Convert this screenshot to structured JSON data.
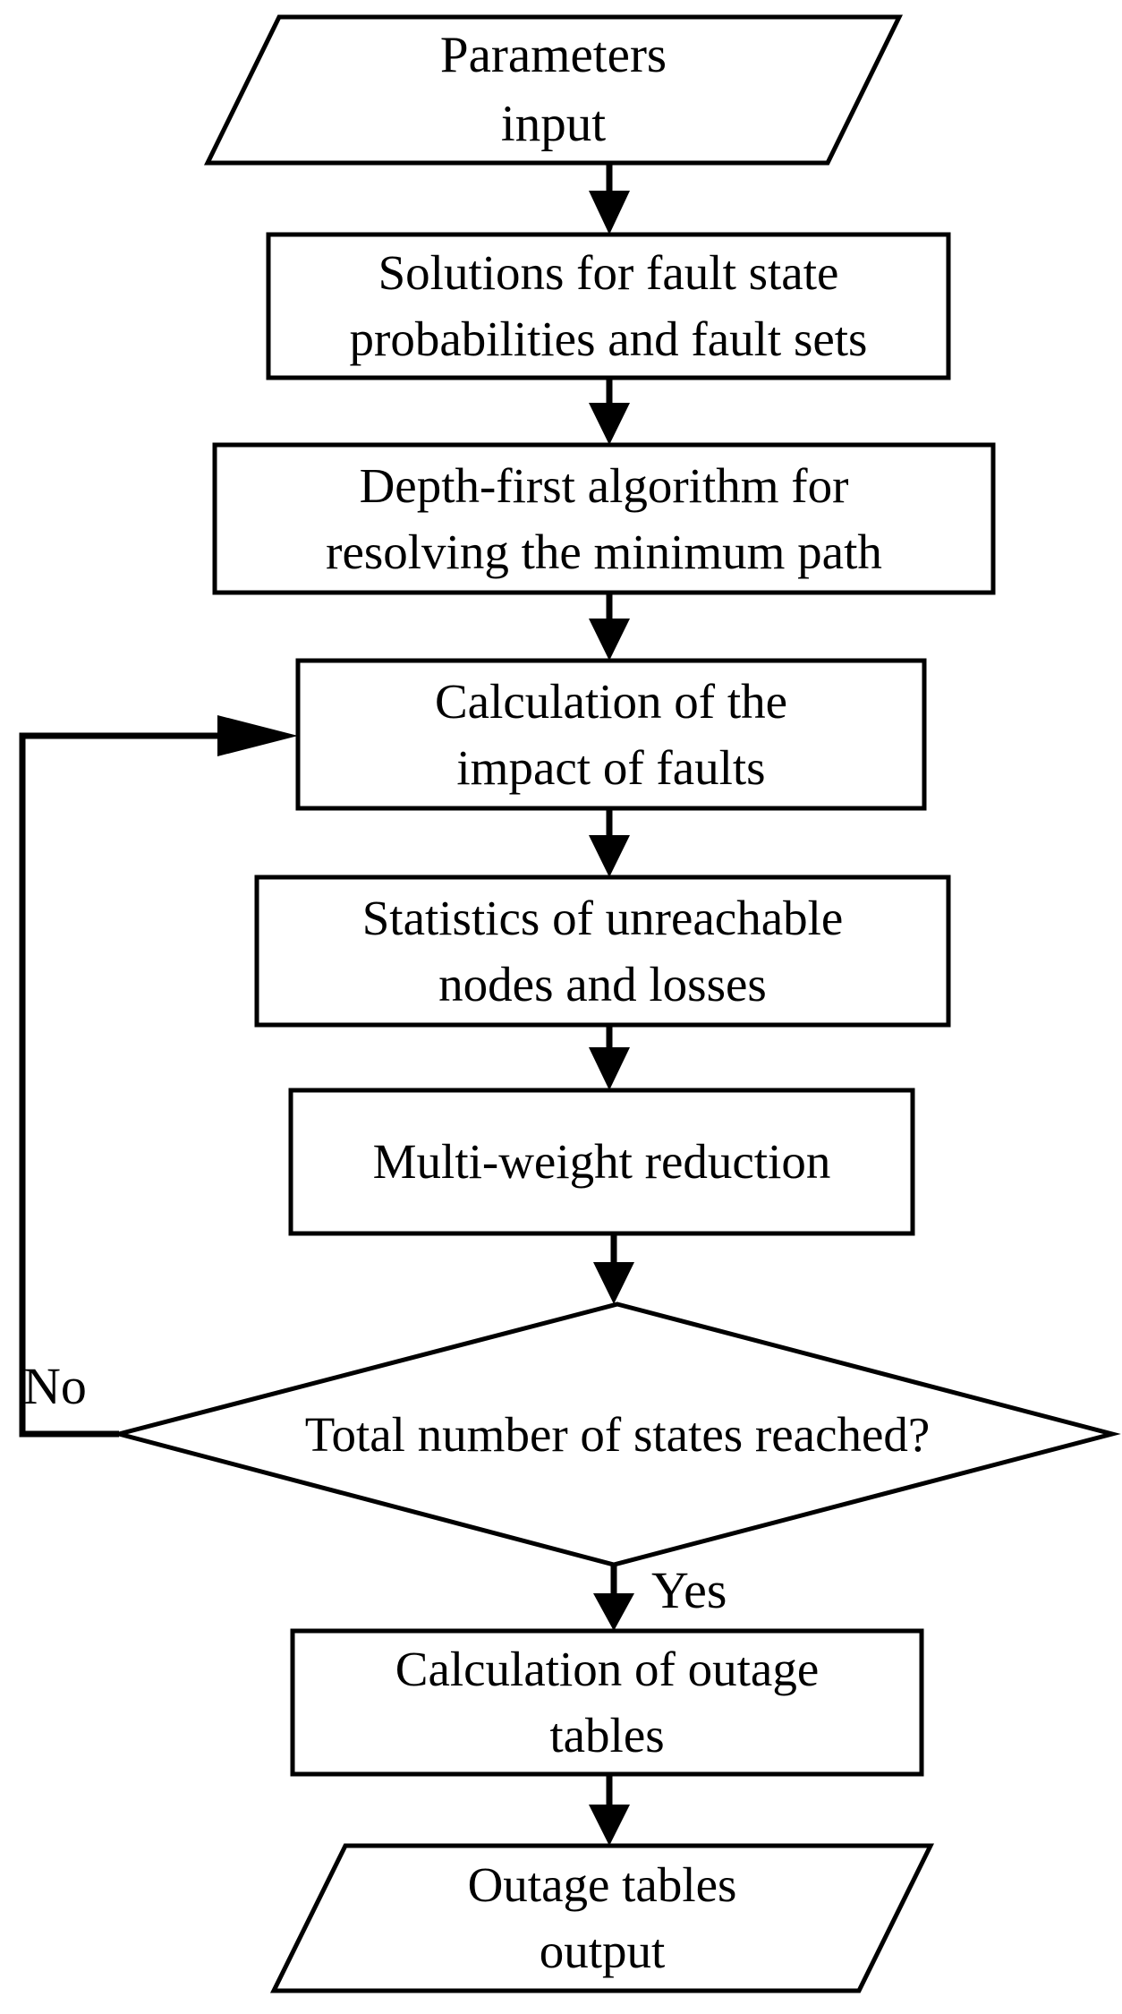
{
  "diagram": {
    "type": "flowchart",
    "orientation": "top-to-bottom",
    "stroke_color": "#000000",
    "fill_color": "#ffffff",
    "background_color": "#ffffff",
    "nodes": [
      {
        "id": "parameters-input",
        "shape": "parallelogram",
        "role": "input",
        "label": "Parameters\ninput"
      },
      {
        "id": "fault-state-solutions",
        "shape": "rectangle",
        "role": "process",
        "label": "Solutions for fault state\nprobabilities and fault sets"
      },
      {
        "id": "depth-first-algorithm",
        "shape": "rectangle",
        "role": "process",
        "label": "Depth-first algorithm for\nresolving the minimum path"
      },
      {
        "id": "fault-impact-calculation",
        "shape": "rectangle",
        "role": "process",
        "label": "Calculation of the\nimpact of faults"
      },
      {
        "id": "unreachable-statistics",
        "shape": "rectangle",
        "role": "process",
        "label": "Statistics of unreachable\nnodes and losses"
      },
      {
        "id": "multi-weight-reduction",
        "shape": "rectangle",
        "role": "process",
        "label": "Multi-weight reduction"
      },
      {
        "id": "states-reached-decision",
        "shape": "diamond",
        "role": "decision",
        "label": "Total number of states reached?"
      },
      {
        "id": "outage-tables-calculation",
        "shape": "rectangle",
        "role": "process",
        "label": "Calculation of outage\ntables"
      },
      {
        "id": "outage-tables-output",
        "shape": "parallelogram",
        "role": "output",
        "label": "Outage tables\noutput"
      }
    ],
    "edge_labels": {
      "no": "No",
      "yes": "Yes"
    },
    "edges": [
      {
        "from": "parameters-input",
        "to": "fault-state-solutions",
        "label": ""
      },
      {
        "from": "fault-state-solutions",
        "to": "depth-first-algorithm",
        "label": ""
      },
      {
        "from": "depth-first-algorithm",
        "to": "fault-impact-calculation",
        "label": ""
      },
      {
        "from": "fault-impact-calculation",
        "to": "unreachable-statistics",
        "label": ""
      },
      {
        "from": "unreachable-statistics",
        "to": "multi-weight-reduction",
        "label": ""
      },
      {
        "from": "multi-weight-reduction",
        "to": "states-reached-decision",
        "label": ""
      },
      {
        "from": "states-reached-decision",
        "to": "fault-impact-calculation",
        "label": "No"
      },
      {
        "from": "states-reached-decision",
        "to": "outage-tables-calculation",
        "label": "Yes"
      },
      {
        "from": "outage-tables-calculation",
        "to": "outage-tables-output",
        "label": ""
      }
    ]
  }
}
